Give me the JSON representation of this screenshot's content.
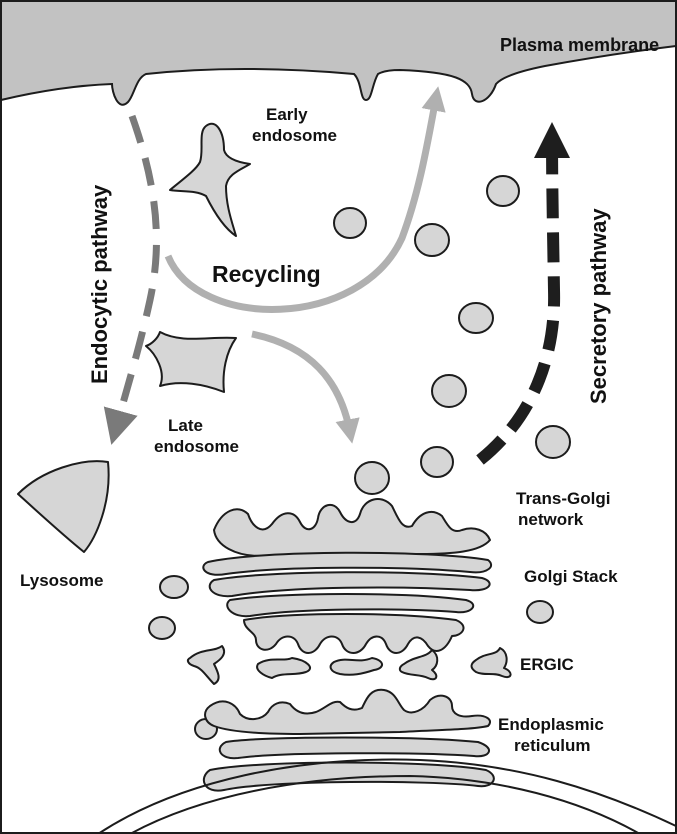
{
  "labels": {
    "plasma_membrane": "Plasma membrane",
    "early_endosome": [
      "Early",
      "endosome"
    ],
    "endocytic_pathway": "Endocytic pathway",
    "recycling": "Recycling",
    "secretory_pathway": "Secretory pathway",
    "late_endosome": [
      "Late",
      "endosome"
    ],
    "lysosome": "Lysosome",
    "trans_golgi_network": [
      "Trans-Golgi",
      "network"
    ],
    "golgi_stack": "Golgi Stack",
    "ergic": "ERGIC",
    "endoplasmic_reticulum": [
      "Endoplasmic",
      "reticulum"
    ]
  },
  "colors": {
    "background": "#ffffff",
    "organelle_fill": "#d6d6d6",
    "membrane_fill": "#c2c2c2",
    "outline": "#1c1c1c",
    "endocytic_arrow": "#7a7a7a",
    "recycling_arrow": "#b0b0b0",
    "secretory_arrow": "#1e1e1e"
  }
}
